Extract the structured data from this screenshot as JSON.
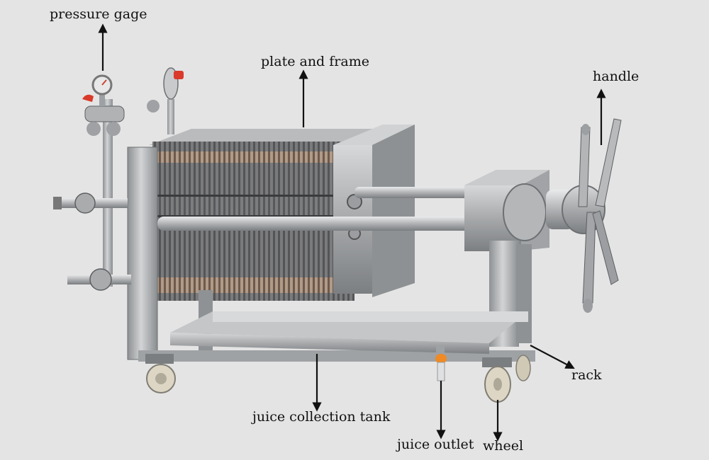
{
  "labels": {
    "pressure_gage": "pressure gage",
    "plate_and_frame": "plate and frame",
    "handle": "handle",
    "rack": "rack",
    "juice_collection_tank": "juice collection tank",
    "juice_outlet": "juice outlet",
    "wheel": "wheel"
  },
  "colors": {
    "background": "#e4e4e4",
    "steel": "#a9abad",
    "steel_dark": "#6d7072",
    "plates": "#8e7a6a",
    "valve_red": "#d93a2a",
    "outlet_orange": "#f08a24",
    "wheel": "#ddd6c4"
  }
}
